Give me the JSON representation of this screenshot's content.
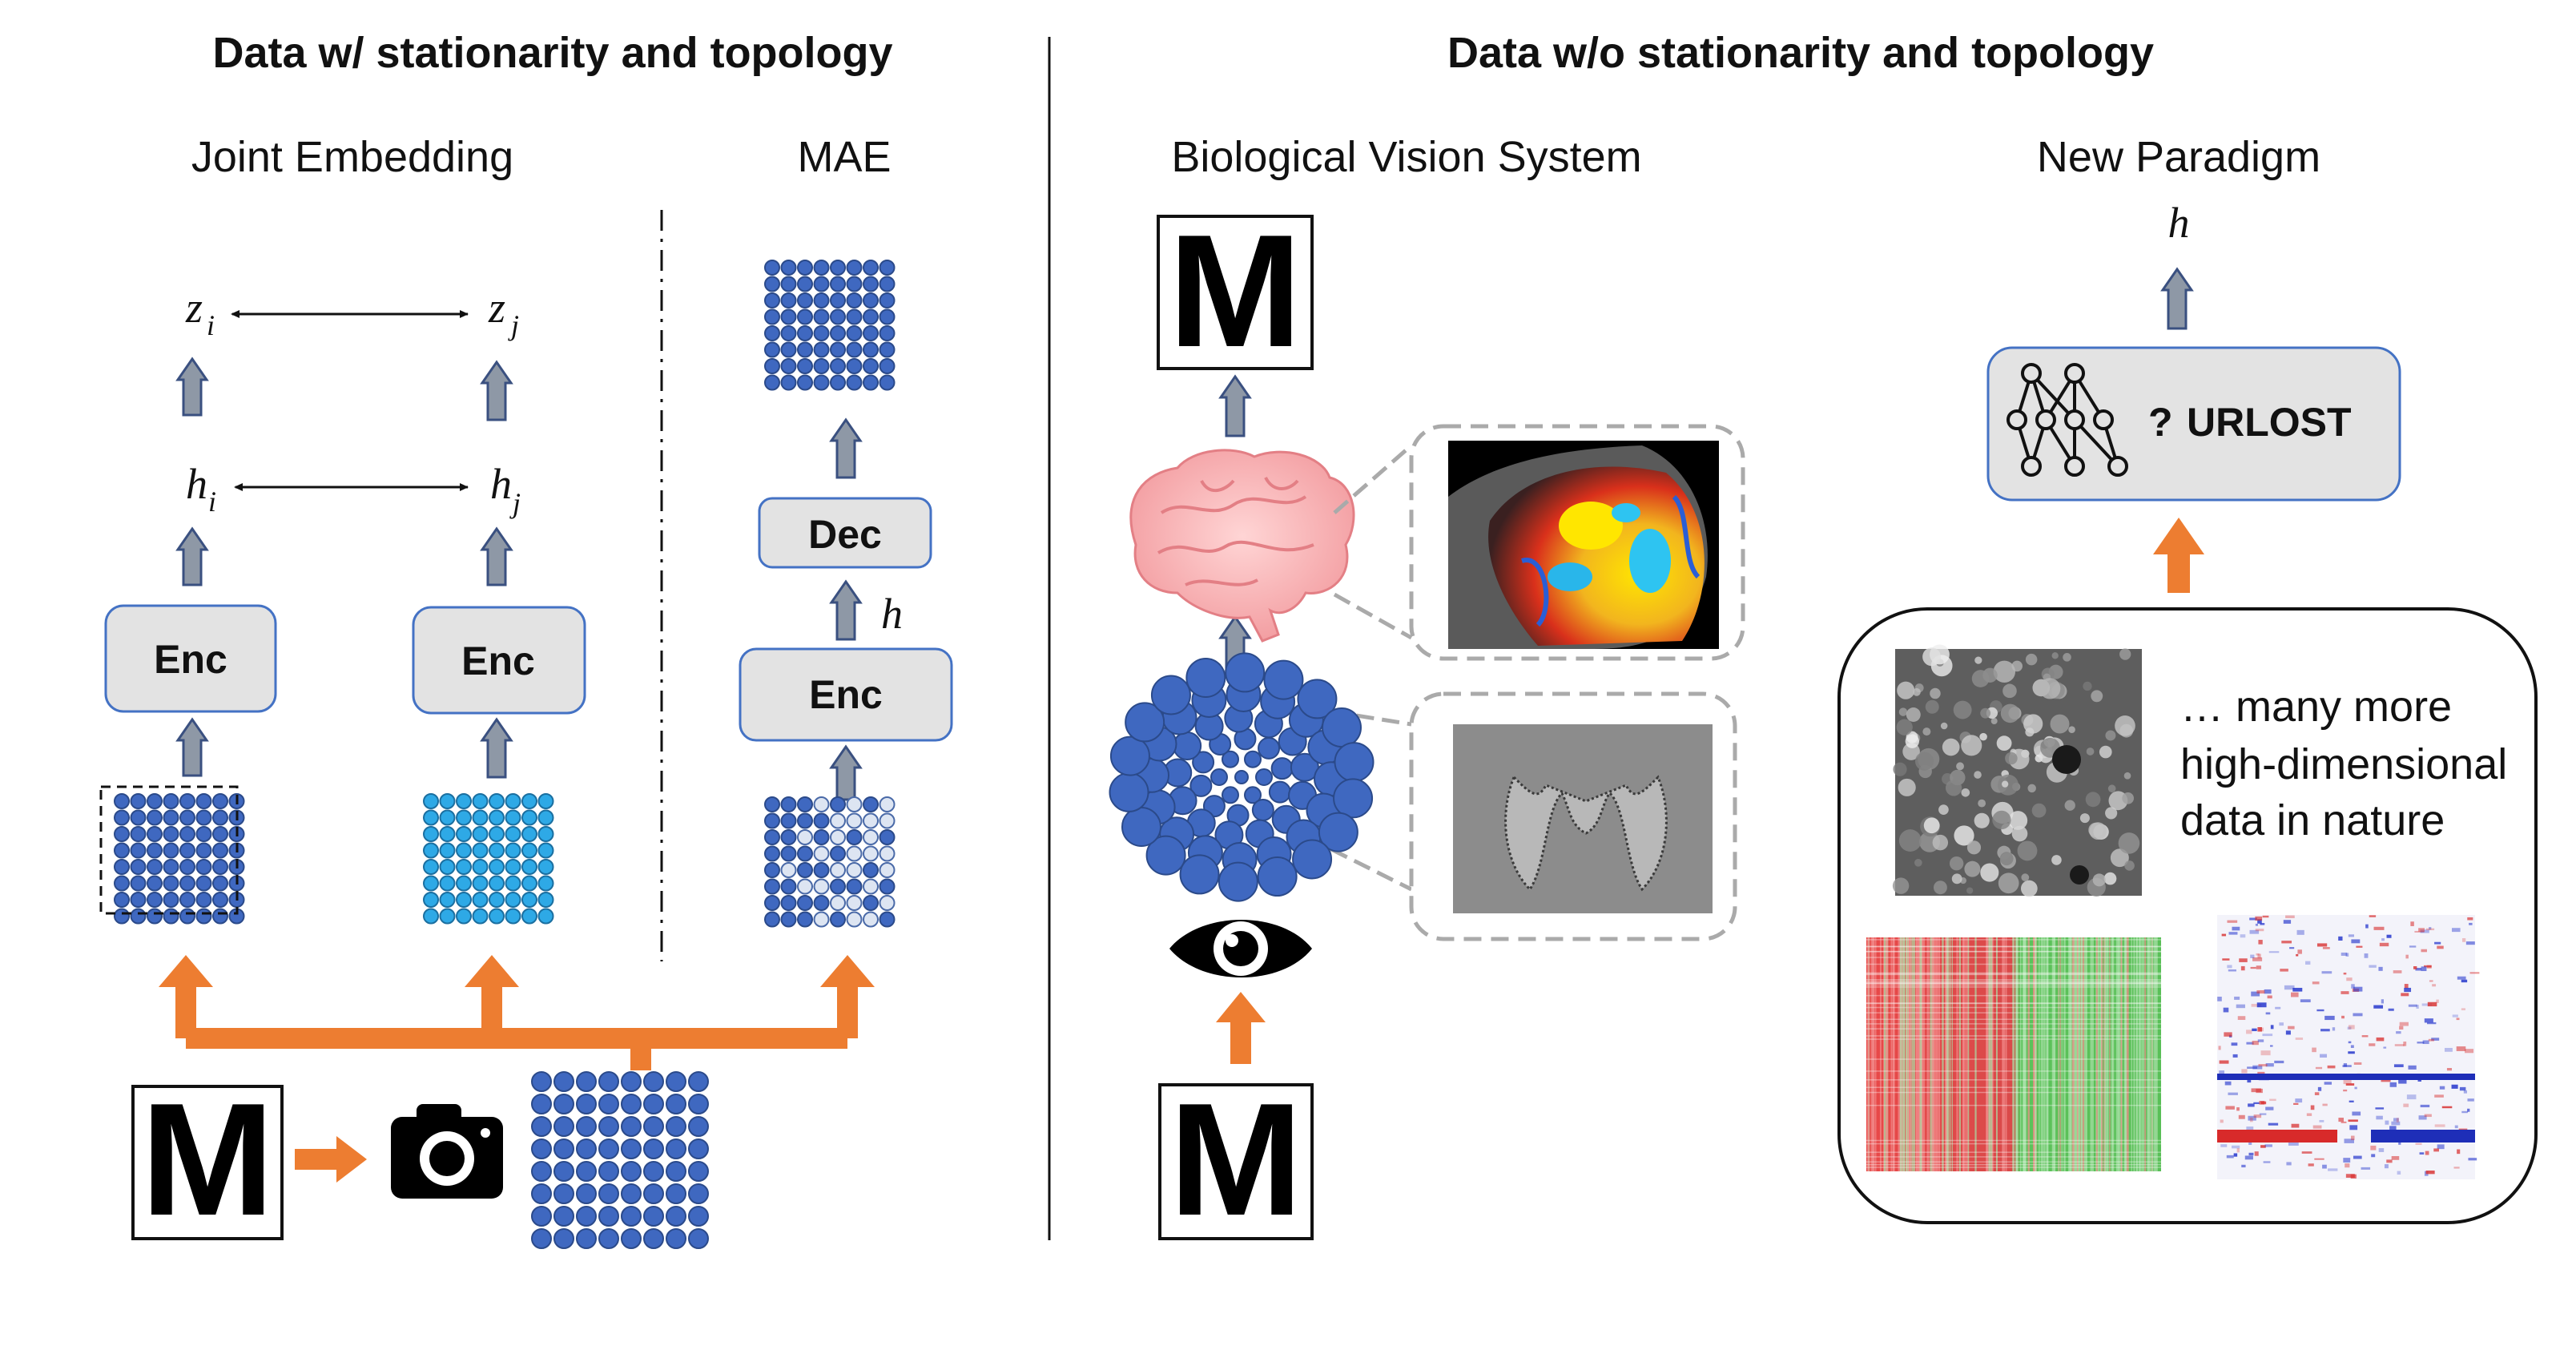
{
  "left": {
    "title": "Data w/ stationarity and topology",
    "joint_embedding": {
      "label": "Joint Embedding",
      "enc_left": "Enc",
      "enc_right": "Enc",
      "h_i": "h",
      "h_i_sub": "i",
      "h_j": "h",
      "h_j_sub": "j",
      "z_i": "z",
      "z_i_sub": "i",
      "z_j": "z",
      "z_j_sub": "j"
    },
    "mae": {
      "label": "MAE",
      "enc": "Enc",
      "dec": "Dec",
      "h": "h"
    },
    "source_letter": "M"
  },
  "right": {
    "title": "Data w/o stationarity and topology",
    "bio": {
      "label": "Biological Vision System",
      "top_letter": "M",
      "bottom_letter": "M"
    },
    "paradigm": {
      "label": "New Paradigm",
      "h": "h",
      "question": "?",
      "model": "URLOST",
      "text_line1": "… many more",
      "text_line2": "high-dimensional",
      "text_line3": "data in nature"
    }
  },
  "colors": {
    "orange": "#ED7D31",
    "dot_dark": "#3F68C0",
    "dot_light": "#2EA9E6",
    "box_fill": "#E3E3E3",
    "box_stroke": "#4472C4",
    "arrow_gray": "#8E98A6",
    "arrow_stroke": "#3A5080"
  },
  "icons": [
    "camera-icon",
    "eye-icon",
    "brain-icon",
    "neural-network-icon",
    "double-arrow-icon"
  ]
}
